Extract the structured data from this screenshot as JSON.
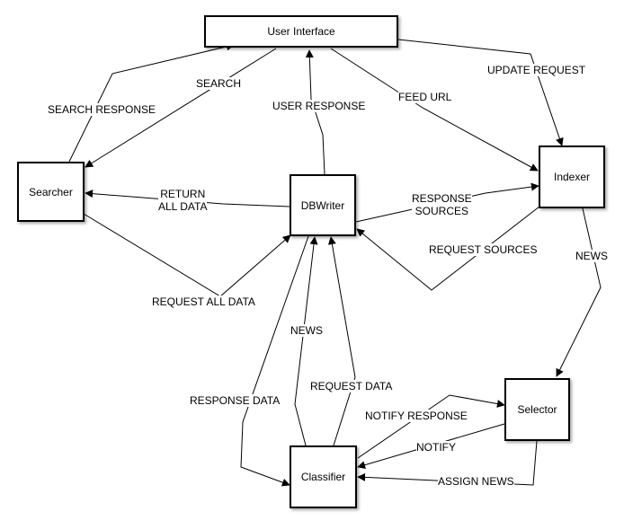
{
  "nodes": {
    "user_interface": "User Interface",
    "searcher": "Searcher",
    "dbwriter": "DBWriter",
    "indexer": "Indexer",
    "selector": "Selector",
    "classifier": "Classifier"
  },
  "edges": {
    "search_response": "SEARCH RESPONSE",
    "search": "SEARCH",
    "user_response": "USER RESPONSE",
    "feed_url": "FEED URL",
    "update_request": "UPDATE REQUEST",
    "return_all_data_1": "RETURN",
    "return_all_data_2": "ALL DATA",
    "response_sources_1": "RESPONSE",
    "response_sources_2": "SOURCES",
    "request_sources": "REQUEST SOURCES",
    "news_indexer": "NEWS",
    "request_all_data": "REQUEST ALL DATA",
    "news_classifier": "NEWS",
    "response_data": "RESPONSE DATA",
    "request_data": "REQUEST DATA",
    "notify_response": "NOTIFY RESPONSE",
    "notify": "NOTIFY",
    "assign_news": "ASSIGN NEWS"
  }
}
